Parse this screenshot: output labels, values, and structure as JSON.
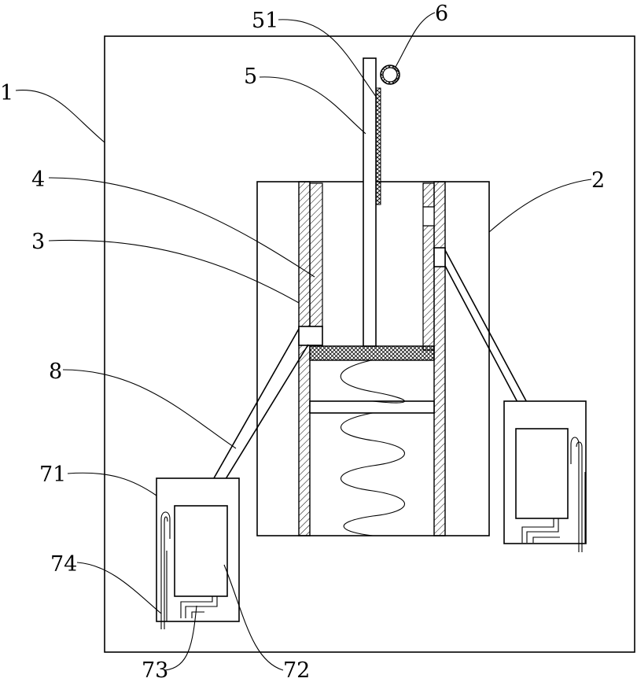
{
  "labels": {
    "l1": "1",
    "l2": "2",
    "l3": "3",
    "l4": "4",
    "l5": "5",
    "l51": "51",
    "l6": "6",
    "l8": "8",
    "l71": "71",
    "l72": "72",
    "l73": "73",
    "l74": "74"
  }
}
